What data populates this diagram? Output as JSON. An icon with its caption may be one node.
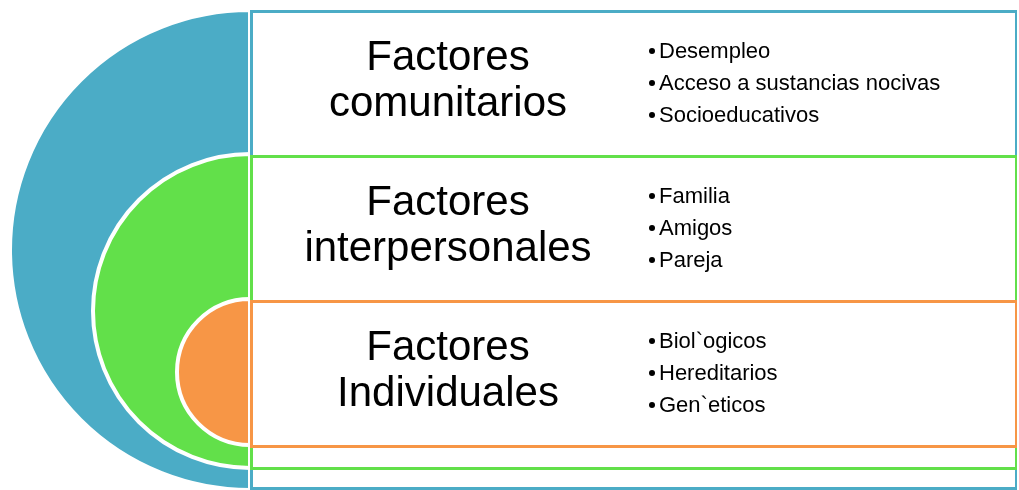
{
  "diagram": {
    "nodes": [
      {
        "text": [
          "Factores comunitarios",
          "Desempleo",
          "Acceso a sustancias nocivas",
          "Socioeducativos"
        ]
      },
      {
        "text": [
          "Factores interpersonales",
          "Familia",
          "Amigos",
          "Pareja"
        ],
        "in": 0
      },
      {
        "text": [
          "Factores Individuales",
          "Biol`ogicos",
          "Hereditarios",
          "Gen`eticos"
        ],
        "in": 1
      }
    ]
  }
}
